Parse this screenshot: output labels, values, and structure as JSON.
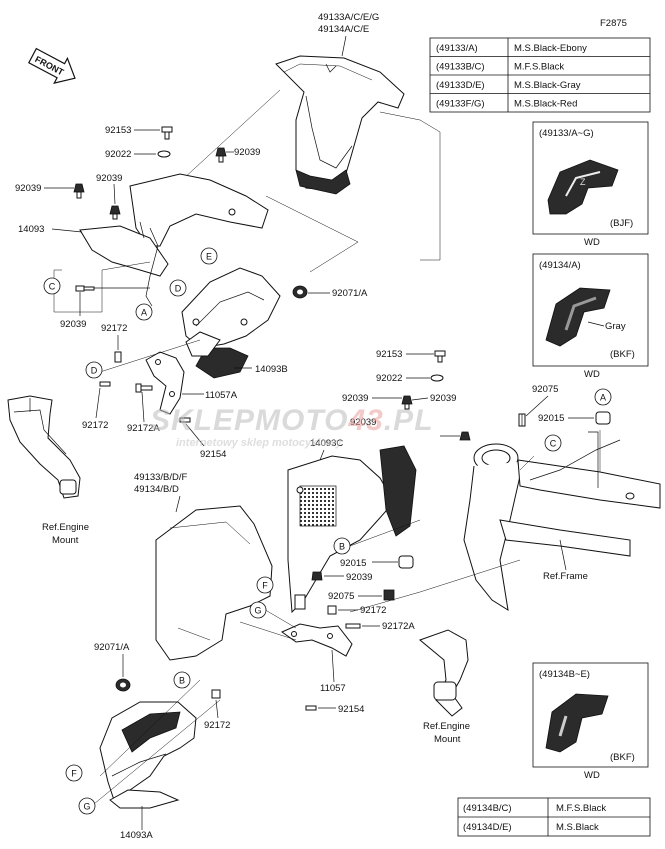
{
  "diagram_code": "F2875",
  "front_label": "FRONT",
  "watermark": {
    "text_a": "SKLEPMOTO",
    "text_b": "43",
    "text_c": ".PL",
    "subtitle": "internetowy sklep motocyklowy"
  },
  "color_table_top": [
    {
      "code": "(49133/A)",
      "color": "M.S.Black-Ebony"
    },
    {
      "code": "(49133B/C)",
      "color": "M.F.S.Black"
    },
    {
      "code": "(49133D/E)",
      "color": "M.S.Black-Gray"
    },
    {
      "code": "(49133F/G)",
      "color": "M.S.Black-Red"
    }
  ],
  "color_table_bottom": [
    {
      "code": "(49134B/C)",
      "color": "M.F.S.Black"
    },
    {
      "code": "(49134D/E)",
      "color": "M.S.Black"
    }
  ],
  "inset_panels": [
    {
      "title": "(49133/A~G)",
      "tag": "(BJF)",
      "caption": "WD",
      "note": ""
    },
    {
      "title": "(49134/A)",
      "tag": "(BKF)",
      "caption": "WD",
      "note": "Gray"
    },
    {
      "title": "(49134B~E)",
      "tag": "(BKF)",
      "caption": "WD",
      "note": ""
    }
  ],
  "part_labels": {
    "p49133_top": "49133A/C/E/G",
    "p49134_top": "49134A/C/E",
    "p92153_a": "92153",
    "p92022_a": "92022",
    "p92039_a": "92039",
    "p92039_b": "92039",
    "p92039_c": "92039",
    "p14093": "14093",
    "p92039_d": "92039",
    "p92172_a": "92172",
    "p92071_a": "92071/A",
    "p14093B": "14093B",
    "p92172_b": "92172",
    "p92172A_a": "92172A",
    "p11057A": "11057A",
    "p92154_a": "92154",
    "ref_engine_a": "Ref.Engine",
    "ref_engine_a2": "Mount",
    "p92153_b": "92153",
    "p92022_b": "92022",
    "p92039_e": "92039",
    "p92039_f": "92039",
    "p92039_g": "92039",
    "p14093C": "14093C",
    "p92075_a": "92075",
    "p92015_a": "92015",
    "p49133_bottom": "49133/B/D/F",
    "p49134_bottom": "49134/B/D",
    "p92015_b": "92015",
    "p92039_h": "92039",
    "ref_frame": "Ref.Frame",
    "p92075_b": "92075",
    "p92172_c": "92172",
    "p92172A_b": "92172A",
    "p92071_b": "92071/A",
    "p11057": "11057",
    "p92172_d": "92172",
    "p92154_b": "92154",
    "ref_engine_b": "Ref.Engine",
    "ref_engine_b2": "Mount",
    "p14093A": "14093A"
  },
  "callouts": {
    "c1": "E",
    "c2": "C",
    "c3": "D",
    "c4": "A",
    "c5": "D",
    "c6": "A",
    "c7": "C",
    "c8": "B",
    "c9": "F",
    "c10": "G",
    "c11": "B",
    "c12": "F",
    "c13": "G"
  }
}
